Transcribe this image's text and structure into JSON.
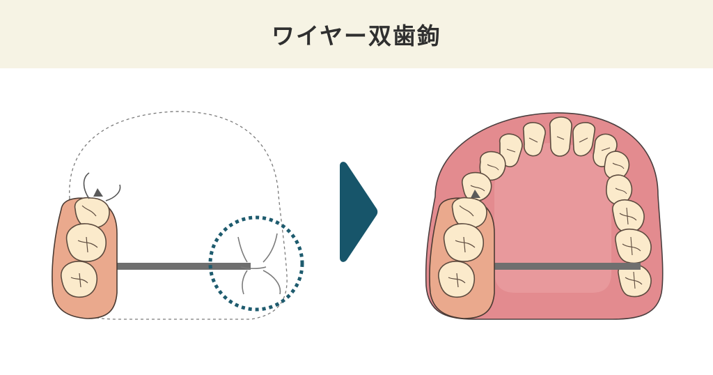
{
  "header": {
    "title": "ワイヤー双歯鉤"
  },
  "colors": {
    "header_bg": "#f6f3e4",
    "title_text": "#2f2f2f",
    "denture_base_pink": "#e38b8f",
    "denture_base_outline": "#4a3e3e",
    "tooth_fill": "#fbeacb",
    "tooth_outline": "#5c4a3e",
    "resin_saddle": "#eaa98d",
    "wire_gray": "#6f6f6f",
    "highlight_circle": "#1e5b6e",
    "arrow": "#17556a",
    "dashed_outline": "#777777"
  },
  "icons": {
    "arrow": "triangle-right-arrow",
    "highlight": "dotted-circle"
  }
}
